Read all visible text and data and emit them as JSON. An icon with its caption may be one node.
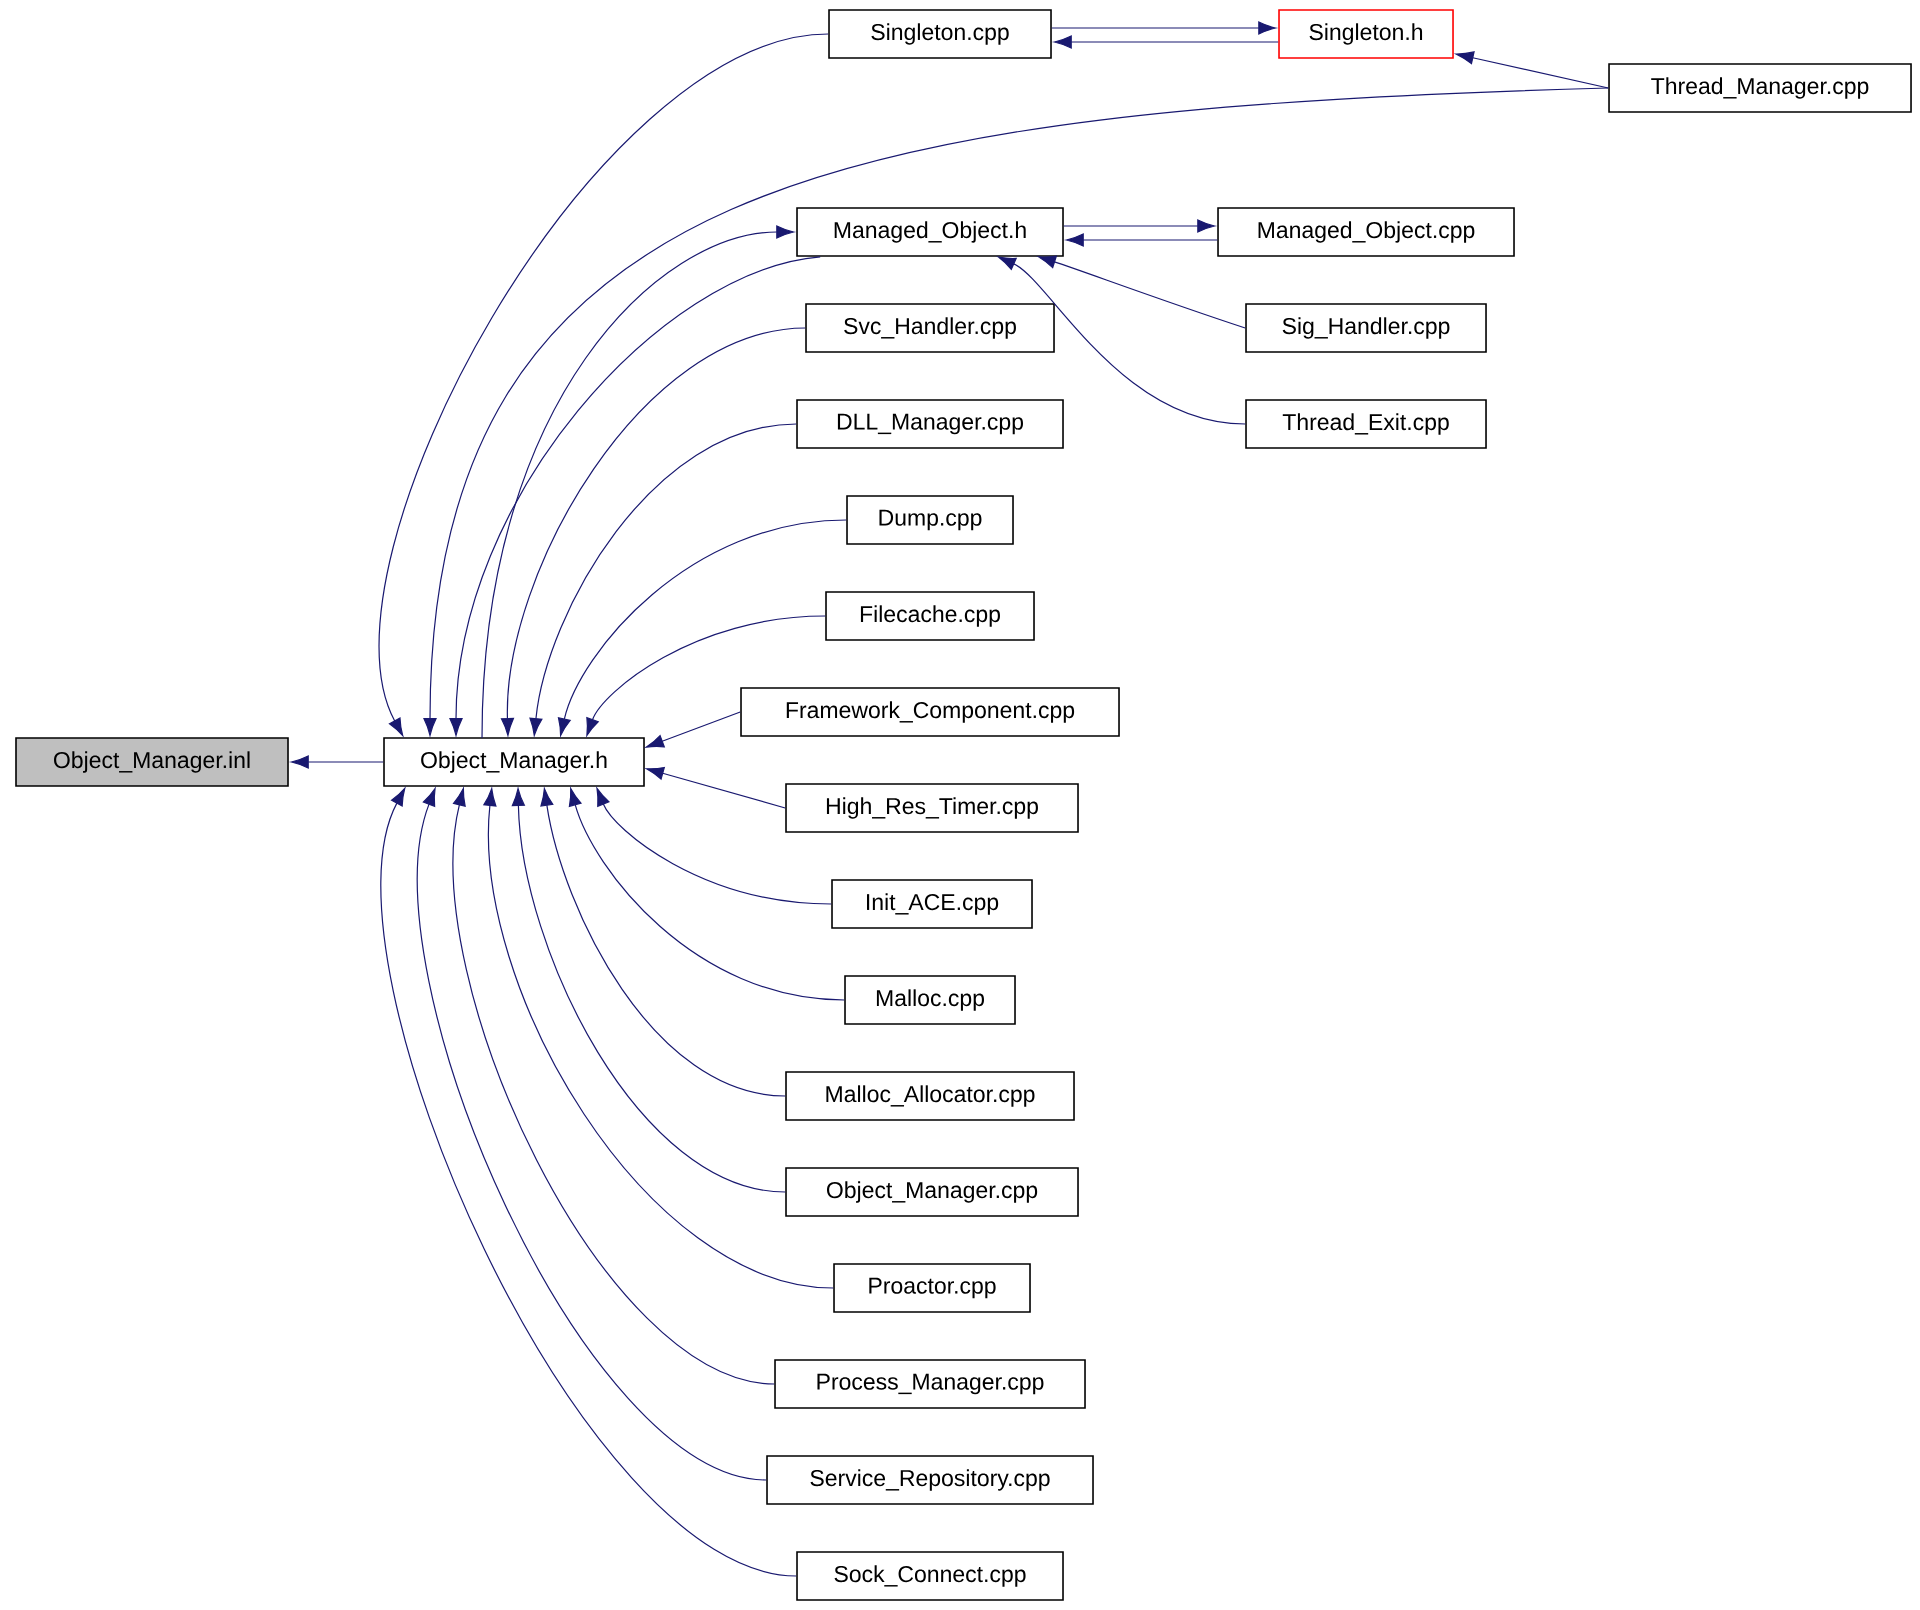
{
  "diagram": {
    "nodes": [
      {
        "text": [
          "Object_Manager.inl"
        ]
      },
      {
        "text": [
          "Object_Manager.h"
        ]
      },
      {
        "text": [
          "Singleton.cpp"
        ]
      },
      {
        "text": [
          "Singleton.h"
        ]
      },
      {
        "text": [
          "Thread_Manager.cpp"
        ]
      },
      {
        "text": [
          "Managed_Object.h"
        ]
      },
      {
        "text": [
          "Managed_Object.cpp"
        ]
      },
      {
        "text": [
          "Sig_Handler.cpp"
        ]
      },
      {
        "text": [
          "Thread_Exit.cpp"
        ]
      },
      {
        "text": [
          "Svc_Handler.cpp"
        ]
      },
      {
        "text": [
          "DLL_Manager.cpp"
        ]
      },
      {
        "text": [
          "Dump.cpp"
        ]
      },
      {
        "text": [
          "Filecache.cpp"
        ]
      },
      {
        "text": [
          "Framework_Component.cpp"
        ]
      },
      {
        "text": [
          "High_Res_Timer.cpp"
        ]
      },
      {
        "text": [
          "Init_ACE.cpp"
        ]
      },
      {
        "text": [
          "Malloc.cpp"
        ]
      },
      {
        "text": [
          "Malloc_Allocator.cpp"
        ]
      },
      {
        "text": [
          "Object_Manager.cpp"
        ]
      },
      {
        "text": [
          "Proactor.cpp"
        ]
      },
      {
        "text": [
          "Process_Manager.cpp"
        ]
      },
      {
        "text": [
          "Service_Repository.cpp"
        ]
      },
      {
        "text": [
          "Sock_Connect.cpp"
        ]
      }
    ],
    "edges": [
      {
        "from": 1,
        "to": 0,
        "arrow": "to"
      },
      {
        "from": 2,
        "to": 3,
        "arrow": "to"
      },
      {
        "from": 3,
        "to": 2,
        "arrow": "to"
      },
      {
        "from": 4,
        "to": 3,
        "arrow": "to"
      },
      {
        "from": 2,
        "to": 1,
        "arrow": "to"
      },
      {
        "from": 4,
        "to": 1,
        "arrow": "to"
      },
      {
        "from": 1,
        "to": 5,
        "arrow": "to"
      },
      {
        "from": 5,
        "to": 1,
        "arrow": "to"
      },
      {
        "from": 5,
        "to": 6,
        "arrow": "to"
      },
      {
        "from": 6,
        "to": 5,
        "arrow": "to"
      },
      {
        "from": 7,
        "to": 5,
        "arrow": "to"
      },
      {
        "from": 8,
        "to": 5,
        "arrow": "to"
      },
      {
        "from": 9,
        "to": 1,
        "arrow": "to"
      },
      {
        "from": 10,
        "to": 1,
        "arrow": "to"
      },
      {
        "from": 11,
        "to": 1,
        "arrow": "to"
      },
      {
        "from": 12,
        "to": 1,
        "arrow": "to"
      },
      {
        "from": 13,
        "to": 1,
        "arrow": "to"
      },
      {
        "from": 14,
        "to": 1,
        "arrow": "to"
      },
      {
        "from": 15,
        "to": 1,
        "arrow": "to"
      },
      {
        "from": 16,
        "to": 1,
        "arrow": "to"
      },
      {
        "from": 17,
        "to": 1,
        "arrow": "to"
      },
      {
        "from": 18,
        "to": 1,
        "arrow": "to"
      },
      {
        "from": 19,
        "to": 1,
        "arrow": "to"
      },
      {
        "from": 20,
        "to": 1,
        "arrow": "to"
      },
      {
        "from": 21,
        "to": 1,
        "arrow": "to"
      },
      {
        "from": 22,
        "to": 1,
        "arrow": "to"
      }
    ]
  }
}
